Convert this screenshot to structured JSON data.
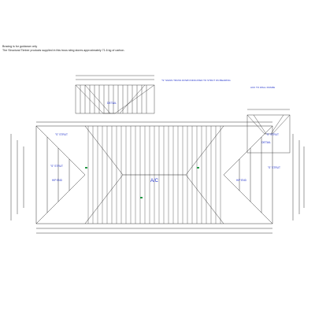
{
  "header_notes": {
    "line1": "Bracing is for guidance only",
    "line2": "The Structural Timber products supplied in this truss sting stores approximately 71.6 kg of carbon."
  },
  "annotations": {
    "top_note": "\"S\" SIGNS TRUSS DOWN INDICATED TO STRUT ON BEARING",
    "right_note": "ACK TO WALL FRAME",
    "center_label": "A/C",
    "left_tag": "\"S\" STRUT",
    "left_tag2": "\"S\" STRUT",
    "right_tag": "\"S\" STRUT",
    "right_tag2": "\"S\" STRUT",
    "detail_left": "DETAIL",
    "detail_right": "DETAIL",
    "hip_left": "HIP END",
    "hip_right": "HIP END"
  },
  "colors": {
    "line": "#222222",
    "blue": "#2233cc",
    "green": "#229944"
  }
}
